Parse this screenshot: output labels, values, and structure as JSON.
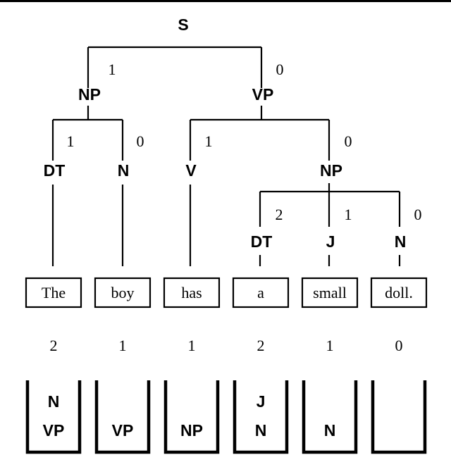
{
  "tree": {
    "root": "S",
    "level1": [
      {
        "label": "NP",
        "edge": "1"
      },
      {
        "label": "VP",
        "edge": "0"
      }
    ],
    "level2": [
      {
        "label": "DT",
        "edge": "1"
      },
      {
        "label": "N",
        "edge": "0"
      },
      {
        "label": "V",
        "edge": "1"
      },
      {
        "label": "NP",
        "edge": "0"
      }
    ],
    "level3": [
      {
        "label": "DT",
        "edge": "2"
      },
      {
        "label": "J",
        "edge": "1"
      },
      {
        "label": "N",
        "edge": "0"
      }
    ]
  },
  "words": [
    "The",
    "boy",
    "has",
    "a",
    "small",
    "doll."
  ],
  "word_numbers": [
    "2",
    "1",
    "1",
    "2",
    "1",
    "0"
  ],
  "stacks": [
    [
      "N",
      "VP"
    ],
    [
      "VP"
    ],
    [
      "NP"
    ],
    [
      "J",
      "N"
    ],
    [
      "N"
    ],
    []
  ]
}
